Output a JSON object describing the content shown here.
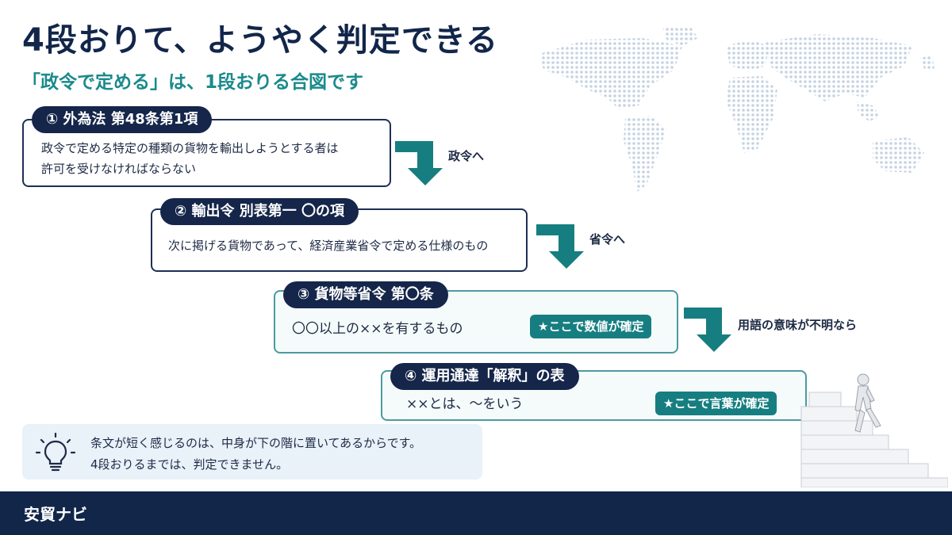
{
  "title": "4段おりて、ようやく判定できる",
  "subtitle": "「政令で定める」は、1段おりる合図です",
  "steps": [
    {
      "header": "① 外為法 第48条第1項",
      "lines": [
        "政令で定める特定の種類の貨物を輸出しようとする者は",
        "許可を受けなければならない"
      ]
    },
    {
      "header": "② 輸出令 別表第一 〇の項",
      "lines": [
        "次に掲げる貨物であって、経済産業省令で定める仕様のもの"
      ]
    },
    {
      "header": "③ 貨物等省令 第〇条",
      "lines": [
        "〇〇以上の××を有するもの"
      ],
      "badge": "★ここで数値が確定"
    },
    {
      "header": "④ 運用通達「解釈」の表",
      "lines": [
        "××とは、～をいう"
      ],
      "badge": "★ここで言葉が確定"
    }
  ],
  "arrows": [
    "政令へ",
    "省令へ",
    "用語の意味が不明なら"
  ],
  "tip": {
    "lines": [
      "条文が短く感じるのは、中身が下の階に置いてあるからです。",
      "4段おりるまでは、判定できません。"
    ],
    "icon": "lightbulb-icon"
  },
  "footer": {
    "brand": "安貿ナビ"
  },
  "colors": {
    "navy": "#12264a",
    "teal": "#1b8a8c",
    "badge": "#167e80",
    "tip_bg": "#e9f1f9"
  }
}
